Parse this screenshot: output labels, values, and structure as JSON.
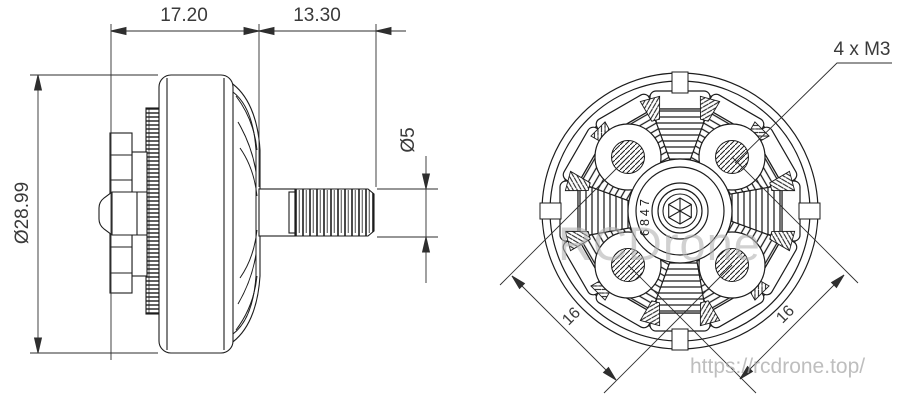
{
  "drawing": {
    "dimensions": {
      "body_width": "17.20",
      "shaft_length": "13.30",
      "body_diameter": "Ø28.99",
      "shaft_diameter": "Ø5",
      "hole_pitch_left": "16",
      "hole_pitch_right": "16",
      "mount_holes_note": "4 x M3"
    },
    "hub_marking": "6847",
    "watermark": {
      "brand": "RCDrone",
      "url": "https://rcdrone.top/"
    },
    "colors": {
      "line": "#1c1c1c",
      "dimension": "#3a3a3a",
      "watermark": "#b4b4b4",
      "background": "#ffffff"
    }
  }
}
